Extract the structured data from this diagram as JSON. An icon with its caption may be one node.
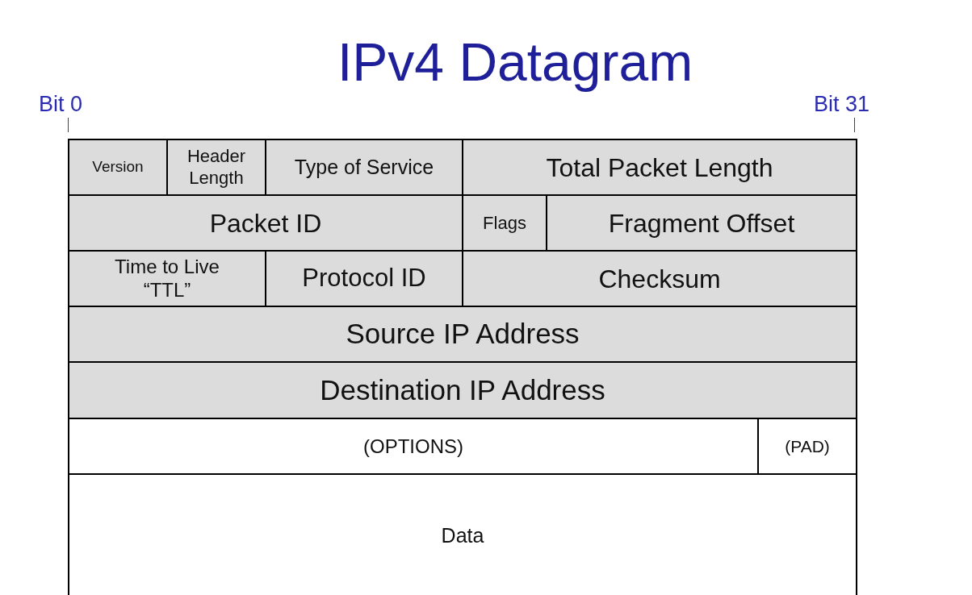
{
  "diagram": {
    "title": "IPv4 Datagram",
    "nodes": [
      {
        "text": [
          "Version"
        ]
      },
      {
        "text": [
          "Header Length"
        ]
      },
      {
        "text": [
          "Type of Service"
        ]
      },
      {
        "text": [
          "Total Packet Length"
        ]
      },
      {
        "text": [
          "Packet ID"
        ]
      },
      {
        "text": [
          "Flags"
        ]
      },
      {
        "text": [
          "Fragment Offset"
        ]
      },
      {
        "text": [
          "Time to Live “TTL”"
        ]
      },
      {
        "text": [
          "Protocol ID"
        ]
      },
      {
        "text": [
          "Checksum"
        ]
      },
      {
        "text": [
          "Source IP Address"
        ]
      },
      {
        "text": [
          "Destination IP Address"
        ]
      },
      {
        "text": [
          "(OPTIONS)"
        ]
      },
      {
        "text": [
          "(PAD)"
        ]
      },
      {
        "text": [
          "Data"
        ]
      }
    ],
    "labels": [
      "Bit 0",
      "Bit 31"
    ]
  }
}
